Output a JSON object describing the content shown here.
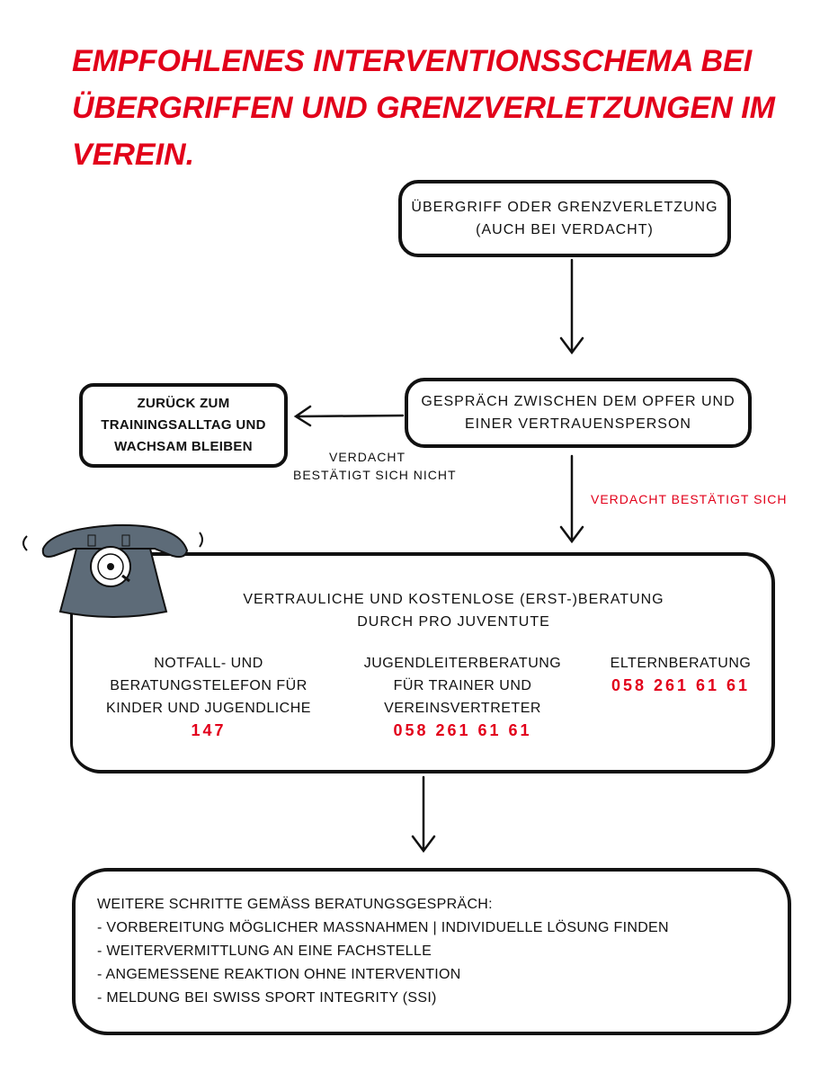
{
  "title": "Empfohlenes Interventionsschema bei Übergriffen und Grenzverletzungen im Verein.",
  "boxes": {
    "incident": {
      "line1": "Übergriff oder Grenzverletzung",
      "line2": "(auch bei Verdacht)"
    },
    "conversation": {
      "line1": "Gespräch zwischen dem Opfer und",
      "line2": "einer Vertrauensperson"
    },
    "back": {
      "line1": "Zurück zum",
      "line2": "Trainingsalltag und",
      "line3": "wachsam bleiben"
    },
    "counseling": {
      "heading1": "Vertrauliche und kostenlose (Erst-)Beratung",
      "heading2": "durch Pro Juventute",
      "columns": [
        {
          "lines": [
            "Notfall- und",
            "Beratungstelefon für",
            "Kinder und Jugendliche"
          ],
          "number": "147"
        },
        {
          "lines": [
            "Jugendleiterberatung",
            "für Trainer und",
            "Vereinsvertreter"
          ],
          "number": "058 261 61 61"
        },
        {
          "lines": [
            "Elternberatung"
          ],
          "number": "058 261 61 61"
        }
      ]
    },
    "next_steps": {
      "heading": "Weitere Schritte gemäss Beratungsgespräch:",
      "items": [
        "- Vorbereitung möglicher Massnahmen | individuelle Lösung finden",
        "- Weitervermittlung an eine Fachstelle",
        "- Angemessene Reaktion ohne Intervention",
        "- Meldung bei Swiss Sport Integrity (SSI)"
      ]
    }
  },
  "labels": {
    "not_confirmed_1": "Verdacht",
    "not_confirmed_2": "bestätigt sich nicht",
    "confirmed": "Verdacht bestätigt sich"
  },
  "colors": {
    "accent": "#e2001a",
    "phone": "#5d6b78"
  }
}
